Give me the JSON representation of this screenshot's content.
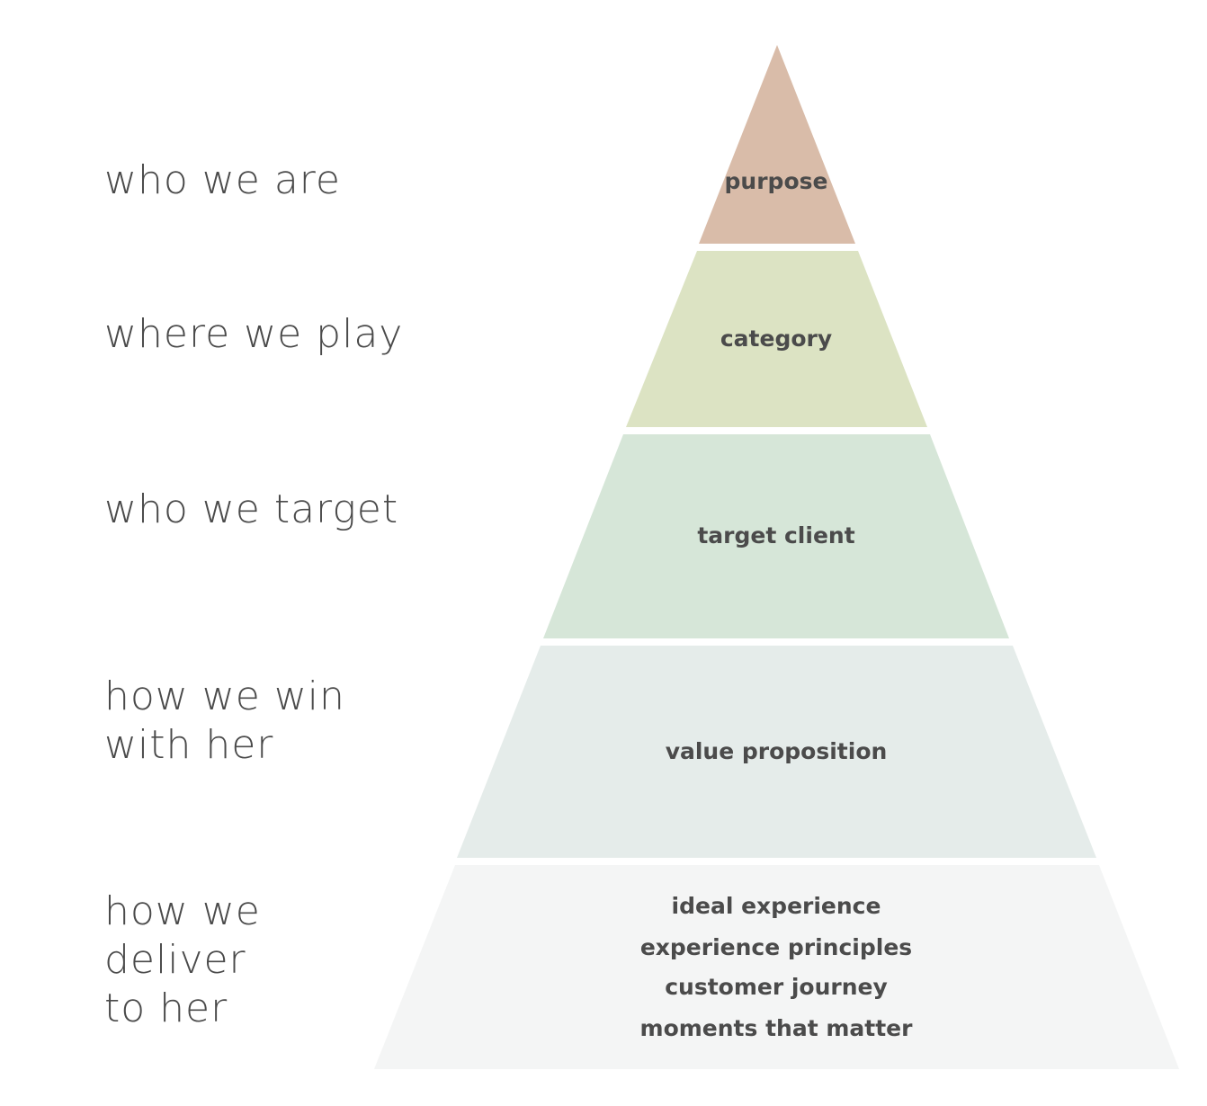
{
  "rows": [
    {
      "label_lines": [
        "who we are"
      ],
      "tier_lines": [
        "purpose"
      ],
      "color": "#d9bca9"
    },
    {
      "label_lines": [
        "where we play"
      ],
      "tier_lines": [
        "category"
      ],
      "color": "#dce3c3"
    },
    {
      "label_lines": [
        "who we target"
      ],
      "tier_lines": [
        "target client"
      ],
      "color": "#d6e6d8"
    },
    {
      "label_lines": [
        "how we win",
        "with her"
      ],
      "tier_lines": [
        "value proposition"
      ],
      "color": "#e5ecea"
    },
    {
      "label_lines": [
        "how we",
        "deliver",
        "to her"
      ],
      "tier_lines": [
        "ideal experience",
        "experience principles",
        "customer journey",
        "moments that matter"
      ],
      "color": "#f4f5f5"
    }
  ]
}
